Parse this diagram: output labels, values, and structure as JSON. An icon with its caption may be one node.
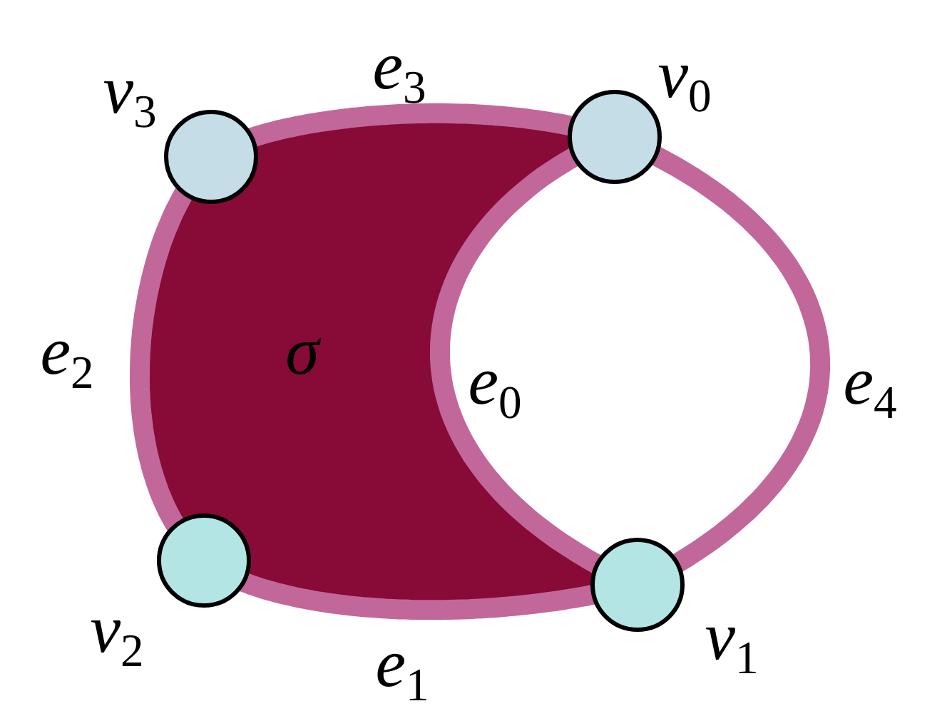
{
  "diagram": {
    "nodes": [
      {
        "text": [],
        "shape": "circle",
        "beside": [
          "v$_{3}$"
        ]
      },
      {
        "text": [],
        "shape": "circle",
        "beside": [
          "v$_{0}$"
        ]
      },
      {
        "text": [
          "σ"
        ]
      },
      {
        "text": [],
        "shape": "circle",
        "beside": [
          "v$_{2}$"
        ]
      },
      {
        "text": [],
        "shape": "circle",
        "beside": [
          "v$_{1}$"
        ]
      }
    ],
    "edges": [
      {
        "from": 1,
        "to": 4,
        "arrow": "none",
        "label": "e$_{0}$"
      },
      {
        "from": 3,
        "to": 4,
        "arrow": "none",
        "label": "e$_{1}$"
      },
      {
        "from": 0,
        "to": 3,
        "arrow": "none",
        "label": "e$_{2}$"
      },
      {
        "from": 0,
        "to": 1,
        "arrow": "none",
        "label": "e$_{3}$"
      },
      {
        "from": 1,
        "to": 4,
        "arrow": "none",
        "label": "e$_{4}$"
      }
    ]
  }
}
